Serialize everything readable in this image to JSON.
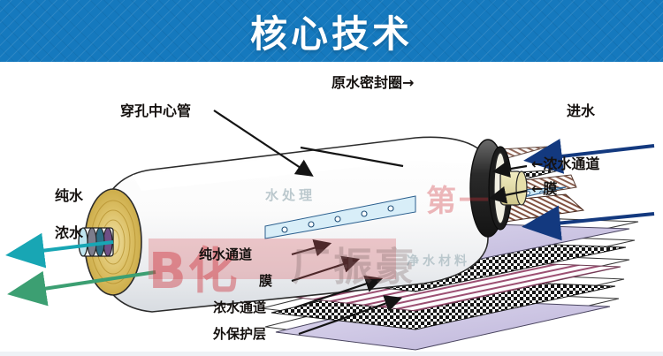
{
  "header": {
    "title": "核心技术",
    "bg_color": "#1579be",
    "text_color": "#ffffff"
  },
  "diagram": {
    "name": "spiral-wound-ro-membrane-element",
    "background": "#ffffff",
    "labels": {
      "center_tube": "穿孔中心管",
      "feed_seal": "原水密封圈",
      "feed_water": "进水",
      "pure_water": "纯水",
      "concentrate_water": "浓水",
      "concentrate_channel_right": "浓水通道",
      "membrane_right": "膜",
      "pure_water_channel": "纯水通道",
      "membrane_bottom": "膜",
      "concentrate_channel_bottom": "浓水通道",
      "outer_protective_layer": "外保护层"
    },
    "arrow_glyphs": {
      "right": "→",
      "left": "←"
    },
    "flow_colors": {
      "feed_water_arrow": "#13397f",
      "pure_water_arrow": "#18a6b4",
      "concentrate_water_arrow": "#3c9f72",
      "leader_line": "#1a1a1a"
    },
    "element_colors": {
      "shell": "#fdfdfd",
      "shell_outline": "#2b2b2b",
      "spiral_end": "#d8bb5c",
      "brine_seal": "#2f2f2f",
      "permeate_port": "#e8e3b8",
      "spacer_mesh": "#1c1c1c",
      "membrane_sheet": "#cfc8e6",
      "permeate_carrier": "#9b5560",
      "feed_spacer_tint": "#9fd4e8",
      "top_sheet_tint": "#a8d8c0"
    }
  },
  "watermarks": {
    "brand_large": "B化",
    "corner": "第一",
    "middle": "厂振豪",
    "tiny_top": "水处理",
    "tiny_mid": "净水材料"
  }
}
